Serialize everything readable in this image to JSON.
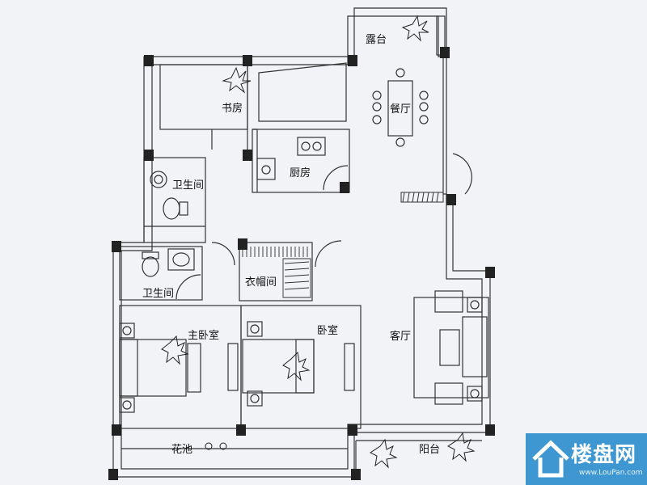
{
  "rooms": {
    "terrace": "露台",
    "study": "书房",
    "dining": "餐厅",
    "bath_top": "卫生间",
    "kitchen": "厨房",
    "bath_bottom": "卫生间",
    "closet": "衣帽间",
    "master_bedroom": "主卧室",
    "bedroom": "卧室",
    "living": "客厅",
    "flower_bed": "花池",
    "balcony": "阳台"
  },
  "watermark": {
    "brand": "楼盘网",
    "url": "www.LouPan.com"
  },
  "colors": {
    "background": "#f2f3f7",
    "wall": "#222222",
    "watermark": "#1f86c9"
  }
}
